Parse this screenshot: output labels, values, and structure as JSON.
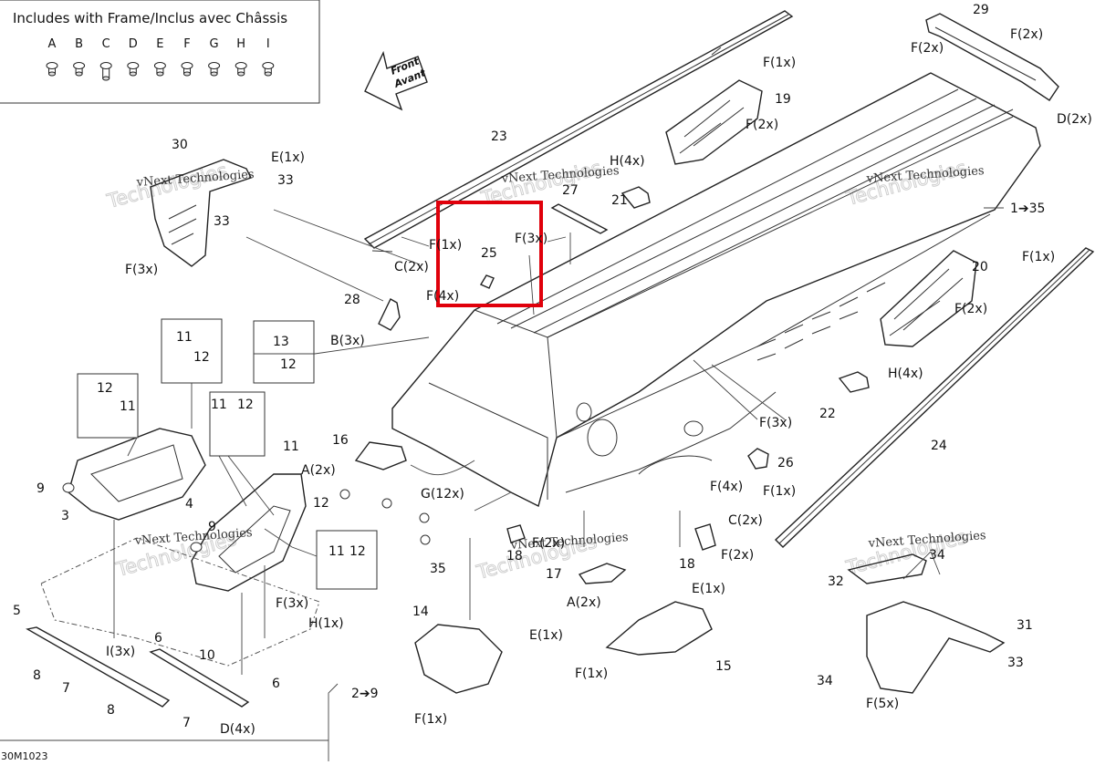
{
  "header": {
    "title": "Includes with Frame/Inclus avec Châssis",
    "letters": [
      "A",
      "B",
      "C",
      "D",
      "E",
      "F",
      "G",
      "H",
      "I"
    ]
  },
  "front_arrow": {
    "line1": "Front",
    "line2": "Avant"
  },
  "watermarks": {
    "small": "vNext Technologies",
    "big": "Technologies"
  },
  "drawing_code": "30M1023",
  "highlight": {
    "color": "#e0000b"
  },
  "callouts": [
    "29",
    "F(2x)",
    "F(2x)",
    "D(2x)",
    "F(1x)",
    "19",
    "F(2x)",
    "23",
    "H(4x)",
    "21",
    "27",
    "1➔35",
    "30",
    "E(1x)",
    "33",
    "33",
    "F(3x)",
    "F(1x)",
    "C(2x)",
    "25",
    "F(3x)",
    "F(4x)",
    "20",
    "F(1x)",
    "F(2x)",
    "28",
    "B(3x)",
    "H(4x)",
    "22",
    "13",
    "12",
    "11",
    "12",
    "12",
    "11",
    "11",
    "12",
    "F(3x)",
    "24",
    "9",
    "3",
    "16",
    "A(2x)",
    "G(12x)",
    "26",
    "F(4x)",
    "11",
    "12",
    "4",
    "9",
    "F(1x)",
    "C(2x)",
    "11",
    "12",
    "35",
    "F(2x)",
    "18",
    "18",
    "F(2x)",
    "17",
    "A(2x)",
    "34",
    "32",
    "31",
    "33",
    "34",
    "F(5x)",
    "14",
    "E(1x)",
    "E(1x)",
    "15",
    "F(1x)",
    "F(1x)",
    "5",
    "I(3x)",
    "10",
    "F(3x)",
    "H(1x)",
    "6",
    "6",
    "8",
    "7",
    "2➔9",
    "8",
    "7",
    "D(4x)"
  ]
}
